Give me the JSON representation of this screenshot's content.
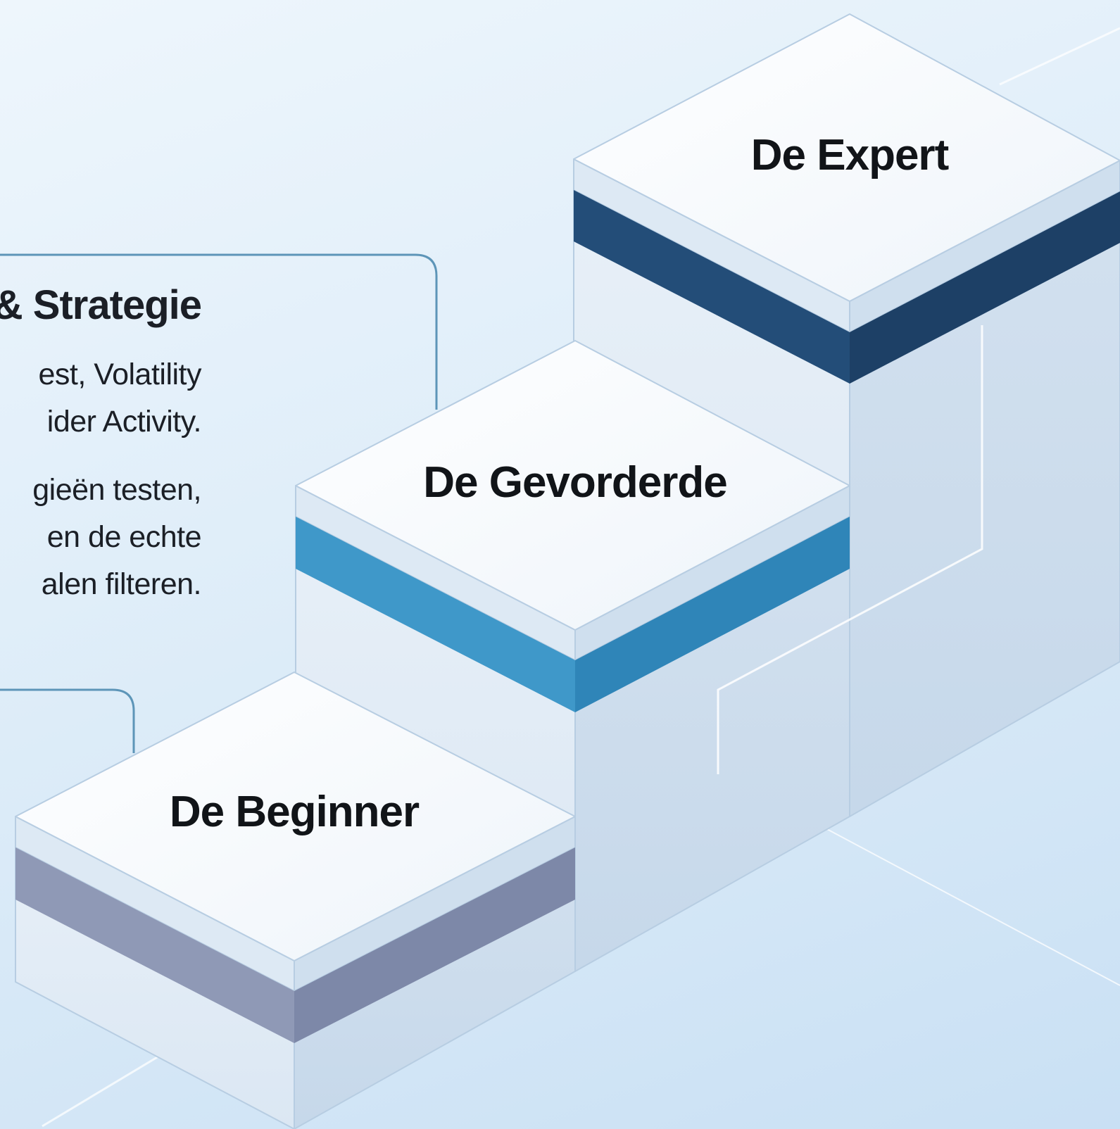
{
  "card": {
    "title": "& Strategie",
    "lines": [
      "est, Volatility",
      "ider Activity.",
      "gieën testen,",
      "en de echte",
      "alen filteren."
    ]
  },
  "steps": [
    {
      "label": "De Beginner",
      "band_color": "#8f99b6"
    },
    {
      "label": "De Gevorderde",
      "band_color": "#3f98c9"
    },
    {
      "label": "De Expert",
      "band_color": "#234d78"
    }
  ]
}
